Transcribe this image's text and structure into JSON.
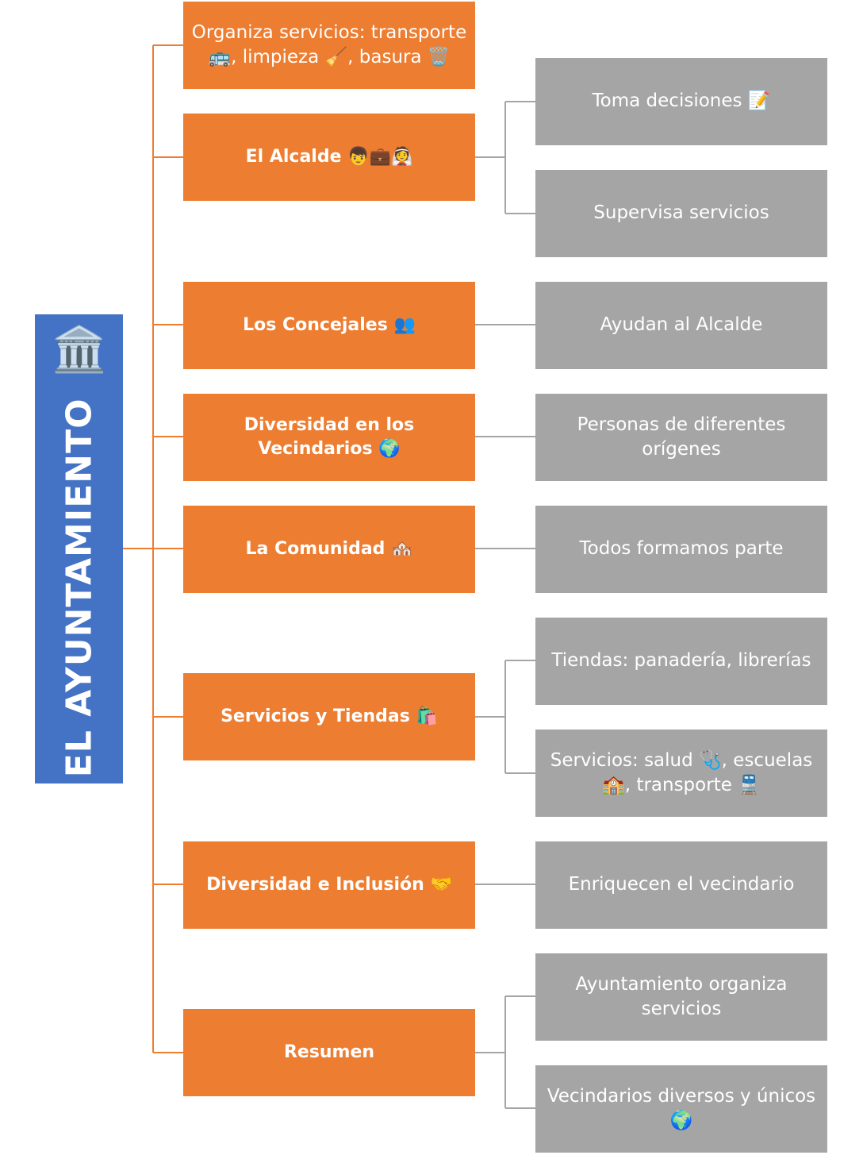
{
  "root": {
    "label": "EL AYUNTAMIENTO",
    "icon": "🏛️"
  },
  "branches": [
    {
      "label": "Organiza servicios: transporte 🚌, limpieza 🧹, basura 🗑️",
      "children": []
    },
    {
      "label": "El Alcalde 👦💼👰",
      "children": [
        "Toma decisiones 📝",
        "Supervisa servicios"
      ]
    },
    {
      "label": "Los Concejales 👥",
      "children": [
        "Ayudan al Alcalde"
      ]
    },
    {
      "label": "Diversidad en los Vecindarios 🌍",
      "children": [
        "Personas de diferentes orígenes"
      ]
    },
    {
      "label": "La Comunidad 🏘️",
      "children": [
        "Todos formamos parte"
      ]
    },
    {
      "label": "Servicios y Tiendas 🛍️",
      "children": [
        "Tiendas: panadería, librerías",
        "Servicios: salud 🩺, escuelas 🏫, transporte 🚆"
      ]
    },
    {
      "label": "Diversidad e Inclusión 🤝",
      "children": [
        "Enriquecen el vecindario"
      ]
    },
    {
      "label": "Resumen",
      "children": [
        "Ayuntamiento organiza servicios",
        "Vecindarios diversos y únicos 🌍"
      ]
    }
  ],
  "colors": {
    "root": "#4472C4",
    "branch": "#ED7D31",
    "leaf": "#A5A5A5",
    "connector_branch": "#ED7D31",
    "connector_leaf": "#A5A5A5"
  }
}
